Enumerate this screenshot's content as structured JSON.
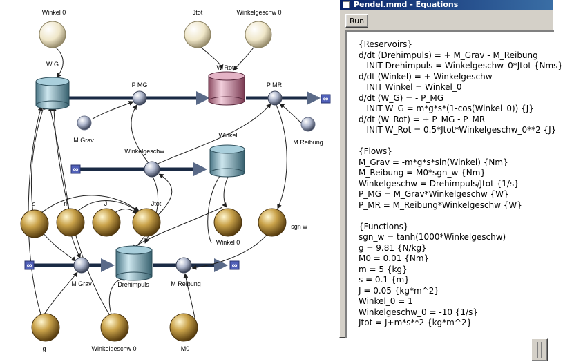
{
  "window": {
    "title": "Pendel.mmd - Equations",
    "run_label": "Run"
  },
  "equations": [
    "{Reservoirs}",
    "d/dt (Drehimpuls) = + M_Grav - M_Reibung",
    "   INIT Drehimpuls = Winkelgeschw_0*Jtot {Nms}",
    "d/dt (Winkel) = + Winkelgeschw",
    "   INIT Winkel = Winkel_0",
    "d/dt (W_G) = - P_MG",
    "   INIT W_G = m*g*s*(1-cos(Winkel_0)) {J}",
    "d/dt (W_Rot) = + P_MG - P_MR",
    "   INIT W_Rot = 0.5*Jtot*Winkelgeschw_0**2 {J}",
    "",
    "{Flows}",
    "M_Grav = -m*g*s*sin(Winkel) {Nm}",
    "M_Reibung = M0*sgn_w {Nm}",
    "Winkelgeschw = Drehimpuls/Jtot {1/s}",
    "P_MG = M_Grav*Winkelgeschw {W}",
    "P_MR = M_Reibung*Winkelgeschw {W}",
    "",
    "{Functions}",
    "sgn_w = tanh(1000*Winkelgeschw)",
    "g = 9.81 {N/kg}",
    "M0 = 0.01 {Nm}",
    "m = 5 {kg}",
    "s = 0.1 {m}",
    "J = 0.05 {kg*m^2}",
    "Winkel_0 = 1",
    "Winkelgeschw_0 = -10 {1/s}",
    "Jtot = J+m*s**2 {kg*m^2}"
  ],
  "diagram": {
    "labels": {
      "winkel0_top": "Winkel 0",
      "jtot_top": "Jtot",
      "winkelgeschw0_top": "Winkelgeschw 0",
      "wg": "W G",
      "wrot": "W Rot",
      "pmg": "P MG",
      "pmr": "P MR",
      "mgrav_top": "M Grav",
      "mreibung_top": "M Reibung",
      "winkelgeschw": "Winkelgeschw",
      "winkel": "Winkel",
      "s": "s",
      "m": "m",
      "J": "J",
      "jtot_mid": "Jtot",
      "winkel0_mid": "Winkel 0",
      "sgnw": "sgn w",
      "mgrav_bot": "M Grav",
      "drehimpuls": "Drehimpuls",
      "mreibung_bot": "M Reibung",
      "g": "g",
      "winkelgeschw0_bot": "Winkelgeschw 0",
      "m0": "M0"
    },
    "infinity_symbol": "∞",
    "colors": {
      "gold_node": "#b08a30",
      "cream_node": "#f0ead0",
      "silver_valve": "#a8b0c8",
      "teal_reservoir": "#6a98a8",
      "rose_reservoir": "#b07088",
      "source_box": "#5060b8",
      "flow_pipe": "#1a2a44"
    }
  }
}
